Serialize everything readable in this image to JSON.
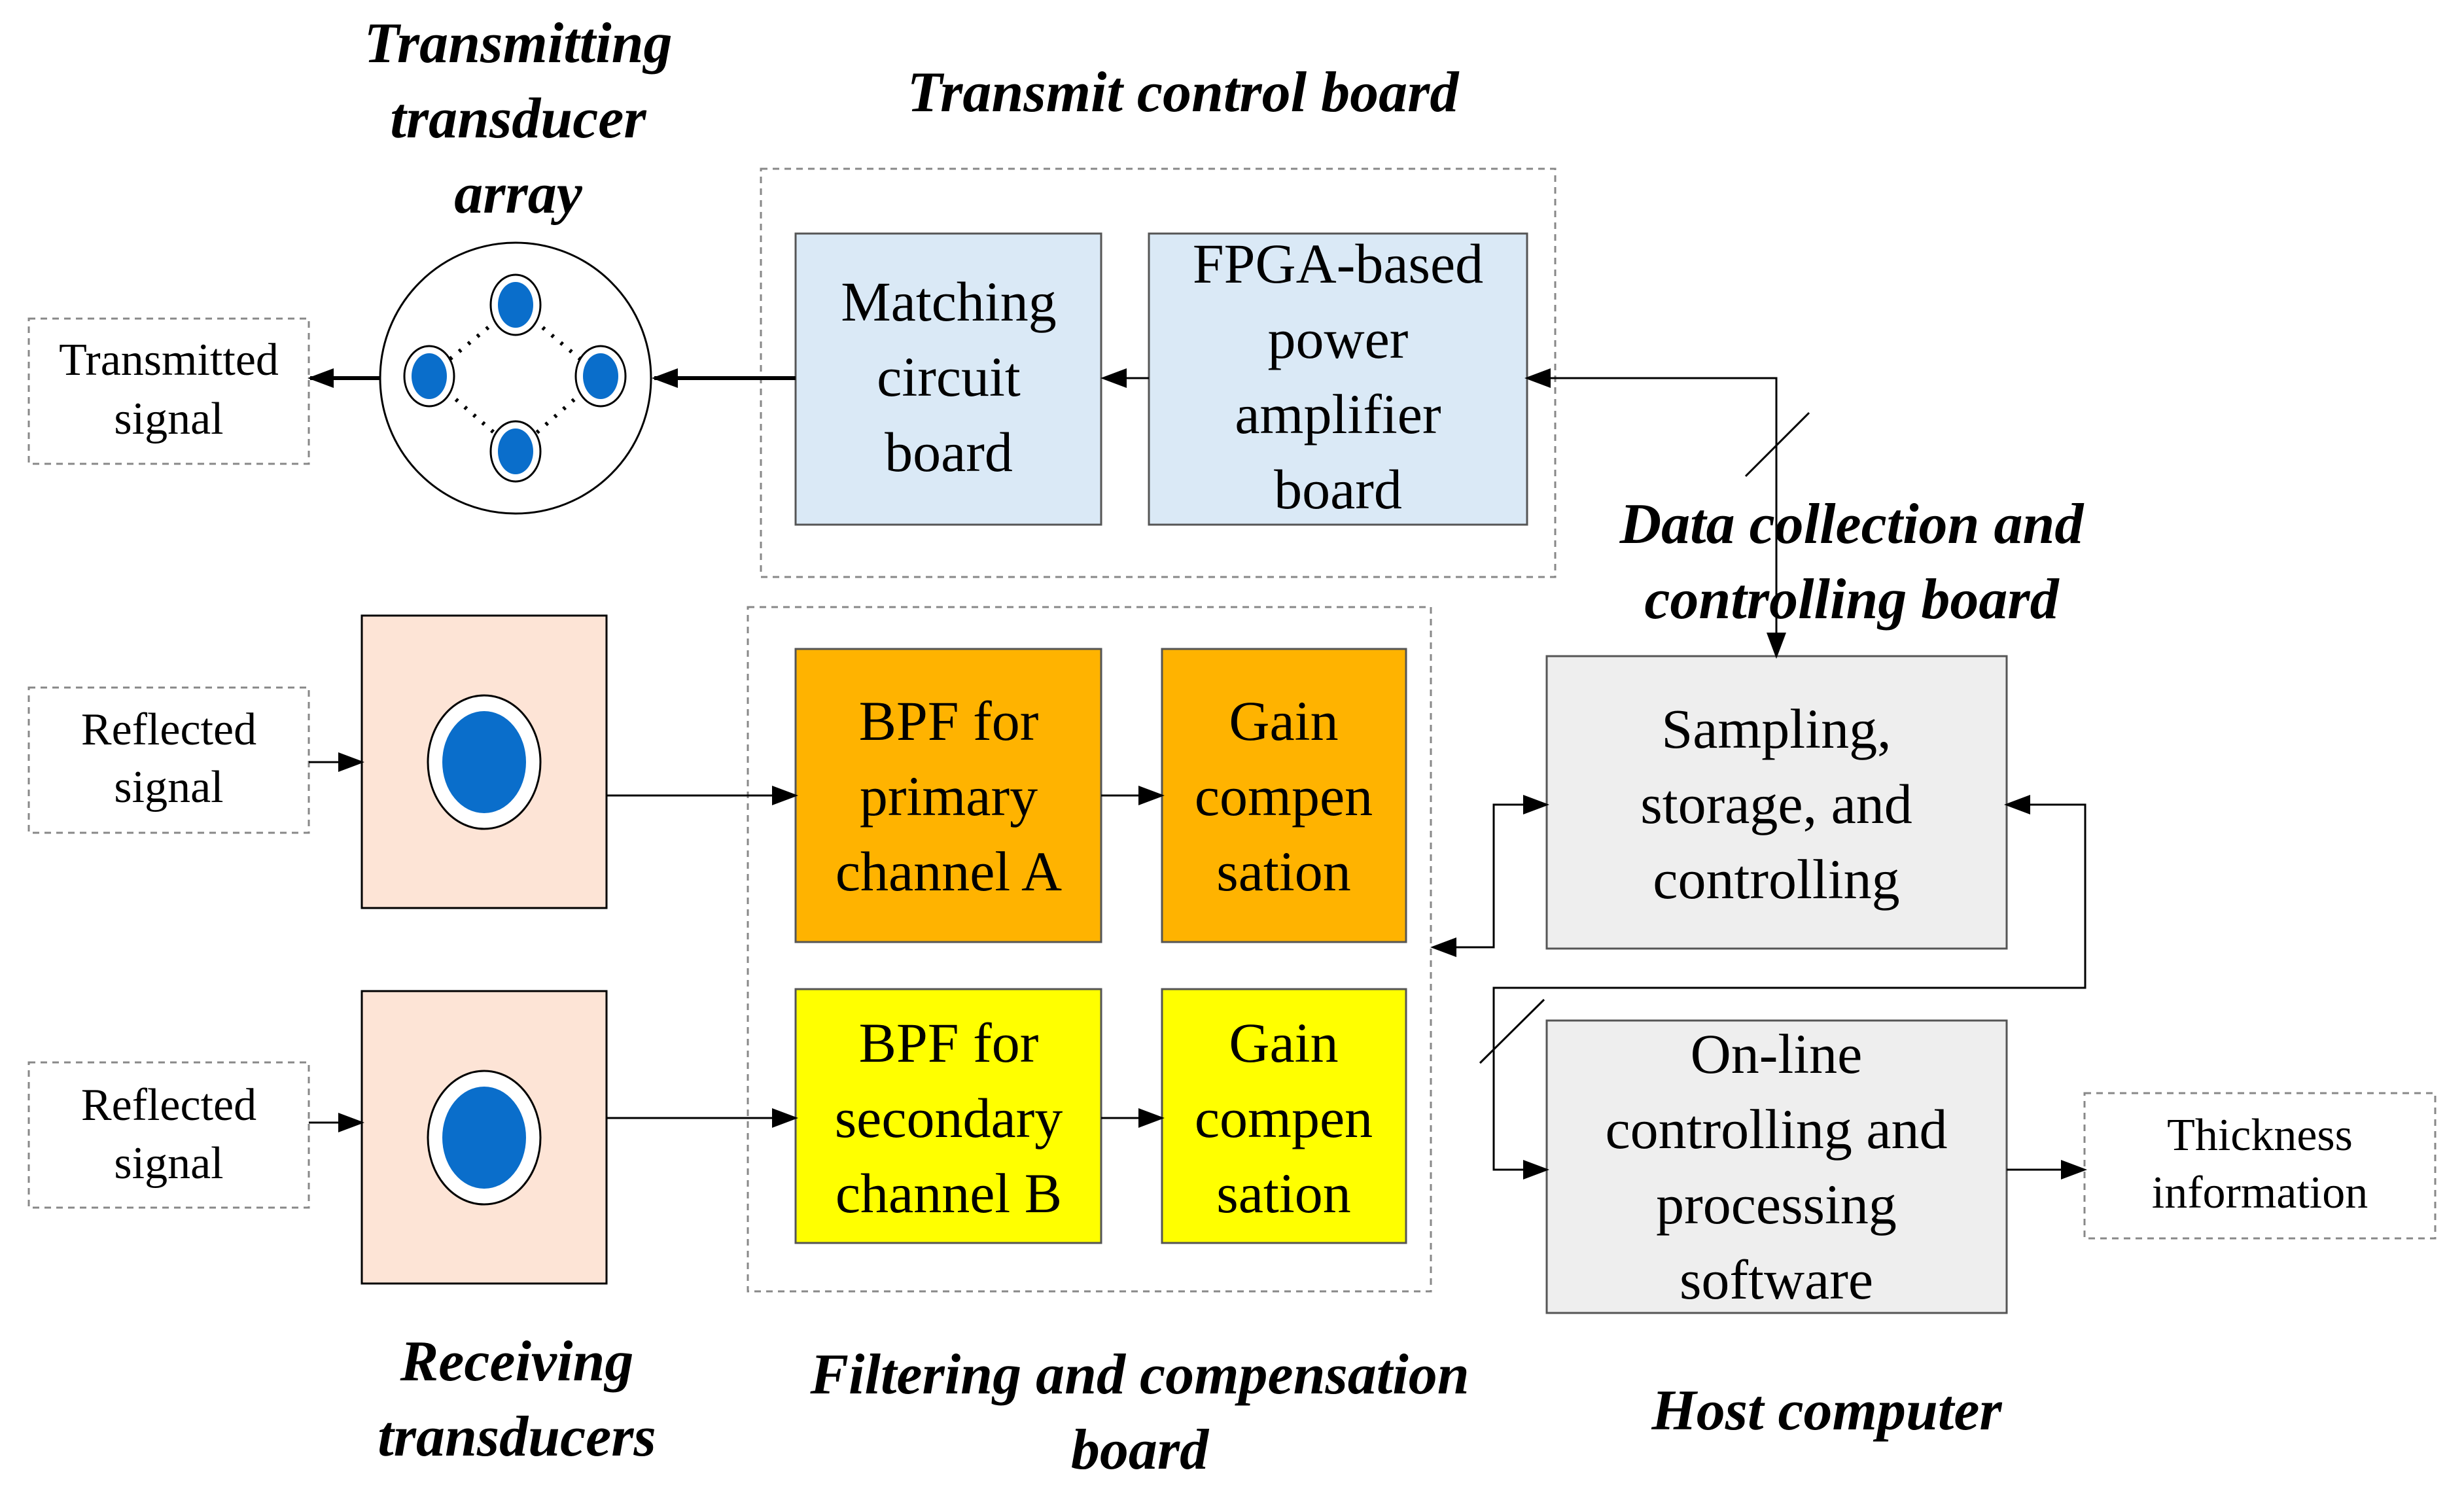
{
  "titles": {
    "transmitting_transducer_array": [
      "Transmitting",
      "transducer",
      "array"
    ],
    "transmit_control_board": [
      "Transmit control board"
    ],
    "data_collection_board": [
      "Data collection and",
      "controlling board"
    ],
    "receiving_transducers": [
      "Receiving",
      "transducers"
    ],
    "filtering_board": [
      "Filtering and compensation",
      "board"
    ],
    "host_computer": [
      "Host computer"
    ]
  },
  "signals": {
    "transmitted": [
      "Transmitted",
      "signal"
    ],
    "reflected_a": [
      "Reflected",
      "signal"
    ],
    "reflected_b": [
      "Reflected",
      "signal"
    ],
    "thickness": [
      "Thickness",
      "information"
    ]
  },
  "boxes": {
    "matching_circuit": [
      "Matching",
      "circuit",
      "board"
    ],
    "fpga_amplifier": [
      "FPGA-based",
      "power",
      "amplifier",
      "board"
    ],
    "bpf_primary": [
      "BPF for",
      "primary",
      "channel A"
    ],
    "gain_comp_a": [
      "Gain",
      "compen",
      "sation"
    ],
    "bpf_secondary": [
      "BPF for",
      "secondary",
      "channel B"
    ],
    "gain_comp_b": [
      "Gain",
      "compen",
      "sation"
    ],
    "sampling_storage": [
      "Sampling,",
      "storage, and",
      "controlling"
    ],
    "online_software": [
      "On-line",
      "controlling and",
      "processing",
      "software"
    ]
  },
  "colors": {
    "light_blue": "#dae9f6",
    "orange": "#ffb300",
    "yellow": "#ffff00",
    "light_gray": "#eeeeee",
    "peach": "#fde4d6",
    "transducer_blue": "#0a6ecb"
  }
}
